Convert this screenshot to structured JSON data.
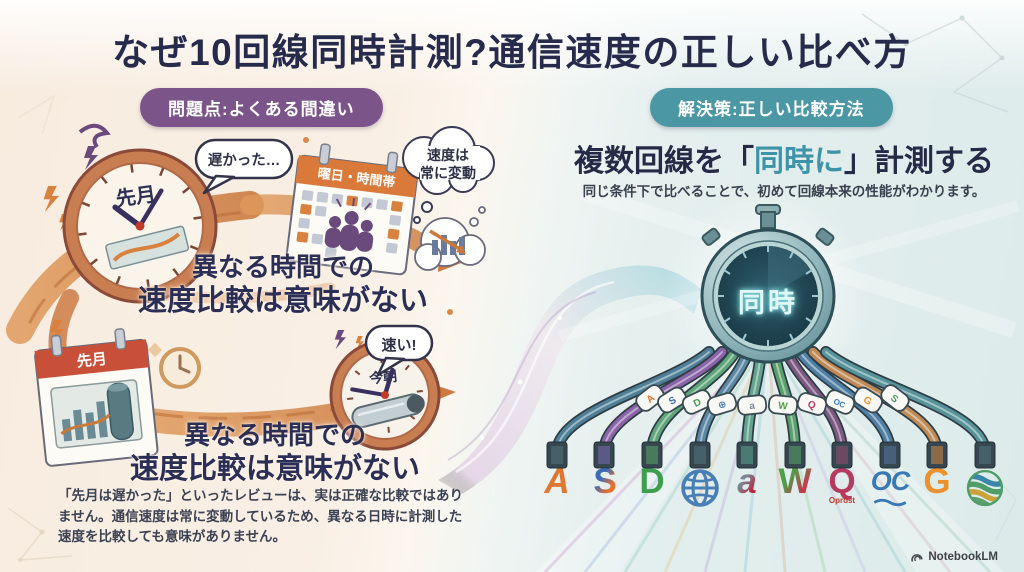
{
  "title": "なぜ10回線同時計測?通信速度の正しい比べ方",
  "problem": {
    "badge": "問題点:よくある間違い",
    "clock_last_month": "先月",
    "bubble_was_slow": "遅かった…",
    "calendar_weekday": "曜日・時間帯",
    "thought_line1": "速度は",
    "thought_line2": "常に変動",
    "claim1_line1": "異なる時間での",
    "claim1_line2": "速度比較は意味がない",
    "calendar_last_month": "先月",
    "clock_this_morning": "今朝",
    "bubble_fast": "速い!",
    "claim2_line1": "異なる時間での",
    "claim2_line2": "速度比較は意味がない",
    "note": "「先月は遅かった」といったレビューは、実は正確な比較ではありません。通信速度は常に変動しているため、異なる日時に計測した速度を比較しても意味がありません。"
  },
  "solution": {
    "badge": "解決策:正しい比較方法",
    "heading_pre": "複数回線を「",
    "heading_highlight": "同時に",
    "heading_post": "」計測する",
    "subheading": "同じ条件下で比べることで、初めて回線本来の性能がわかります。",
    "stopwatch_label": "同時"
  },
  "isps": [
    {
      "name": "orange-a-arrow",
      "glyph": "A",
      "color": "#e0762f"
    },
    {
      "name": "flame-s",
      "glyph": "S",
      "color": "#3a6db5",
      "color2": "#e8702f"
    },
    {
      "name": "green-d-play",
      "glyph": "D",
      "color": "#3f9e4e"
    },
    {
      "name": "blue-globe",
      "glyph": "⊕",
      "color": "#4a7fb5"
    },
    {
      "name": "gray-red-swoosh-a",
      "glyph": "a",
      "color": "#7c8796",
      "color2": "#b8273f"
    },
    {
      "name": "green-red-swirl-w",
      "glyph": "W",
      "color": "#4f9e4a",
      "color2": "#c43b4e"
    },
    {
      "name": "q-oprost",
      "glyph": "Q",
      "caption": "Oprost",
      "color": "#b53a5f",
      "caption_color": "#c0392b"
    },
    {
      "name": "oc-wave",
      "glyph": "OC",
      "color": "#3878b5"
    },
    {
      "name": "orange-g",
      "glyph": "G",
      "color": "#ec8f2d"
    },
    {
      "name": "wave-sphere",
      "glyph": "S",
      "color": "#4f9e6a"
    }
  ],
  "cables": [
    "#4f7f96",
    "#8a63a8",
    "#5fa57a",
    "#5b88a5",
    "#62a390",
    "#5aa06c",
    "#7d5880",
    "#4f7fa5",
    "#c08a55",
    "#57939b"
  ],
  "colors": {
    "title": "#262b4b",
    "problem_accent": "#7b5589",
    "solution_accent": "#4b97a3",
    "highlight_teal": "#3f93a8",
    "ribbon_orange": "#d98a4a",
    "stopwatch_glow": "#6fd8dd",
    "background_left": "#f8ecdf",
    "background_right": "#dcebea"
  },
  "watermark": "NotebookLM"
}
